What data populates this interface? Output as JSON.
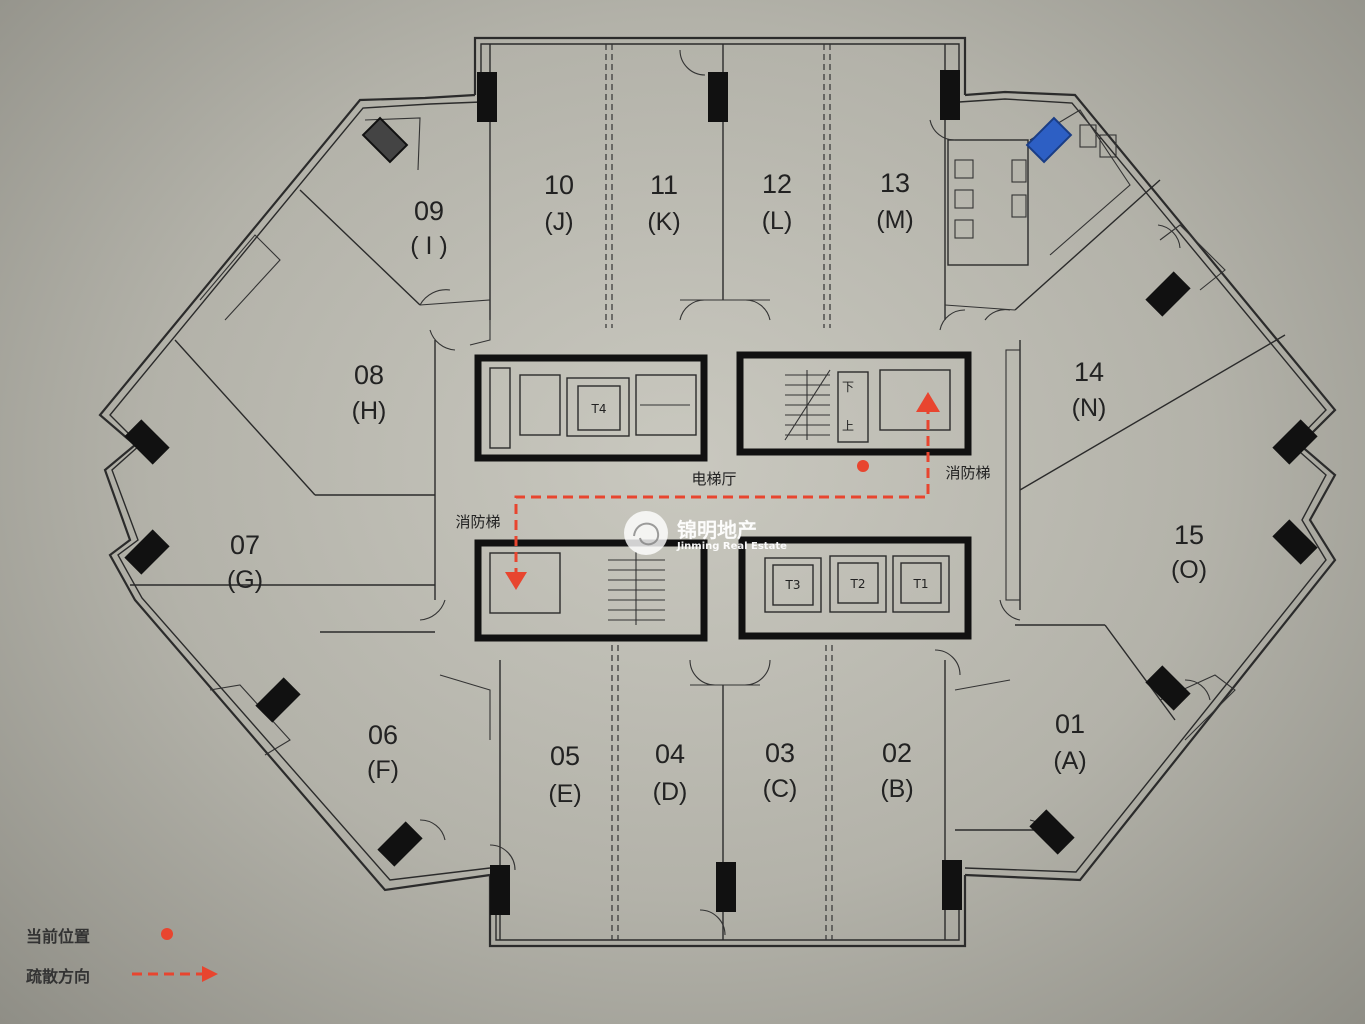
{
  "rooms": [
    {
      "num": "01",
      "code": "(A)"
    },
    {
      "num": "02",
      "code": "(B)"
    },
    {
      "num": "03",
      "code": "(C)"
    },
    {
      "num": "04",
      "code": "(D)"
    },
    {
      "num": "05",
      "code": "(E)"
    },
    {
      "num": "06",
      "code": "(F)"
    },
    {
      "num": "07",
      "code": "(G)"
    },
    {
      "num": "08",
      "code": "(H)"
    },
    {
      "num": "09",
      "code": "( I )"
    },
    {
      "num": "10",
      "code": "(J)"
    },
    {
      "num": "11",
      "code": "(K)"
    },
    {
      "num": "12",
      "code": "(L)"
    },
    {
      "num": "13",
      "code": "(M)"
    },
    {
      "num": "14",
      "code": "(N)"
    },
    {
      "num": "15",
      "code": "(O)"
    }
  ],
  "labels": {
    "elevator_hall": "电梯厅",
    "fire_stair_right": "消防梯",
    "fire_stair_left": "消防梯",
    "stair_down": "下",
    "stair_up": "上",
    "elevators": [
      "T1",
      "T2",
      "T3",
      "T4"
    ]
  },
  "legend": {
    "current_position": "当前位置",
    "evacuation_direction": "疏散方向"
  },
  "watermark": {
    "title": "锦明地产",
    "subtitle": "Jinming Real Estate"
  },
  "colors": {
    "route_red": "#e8452f",
    "accent_blue": "#2d5fc4"
  }
}
